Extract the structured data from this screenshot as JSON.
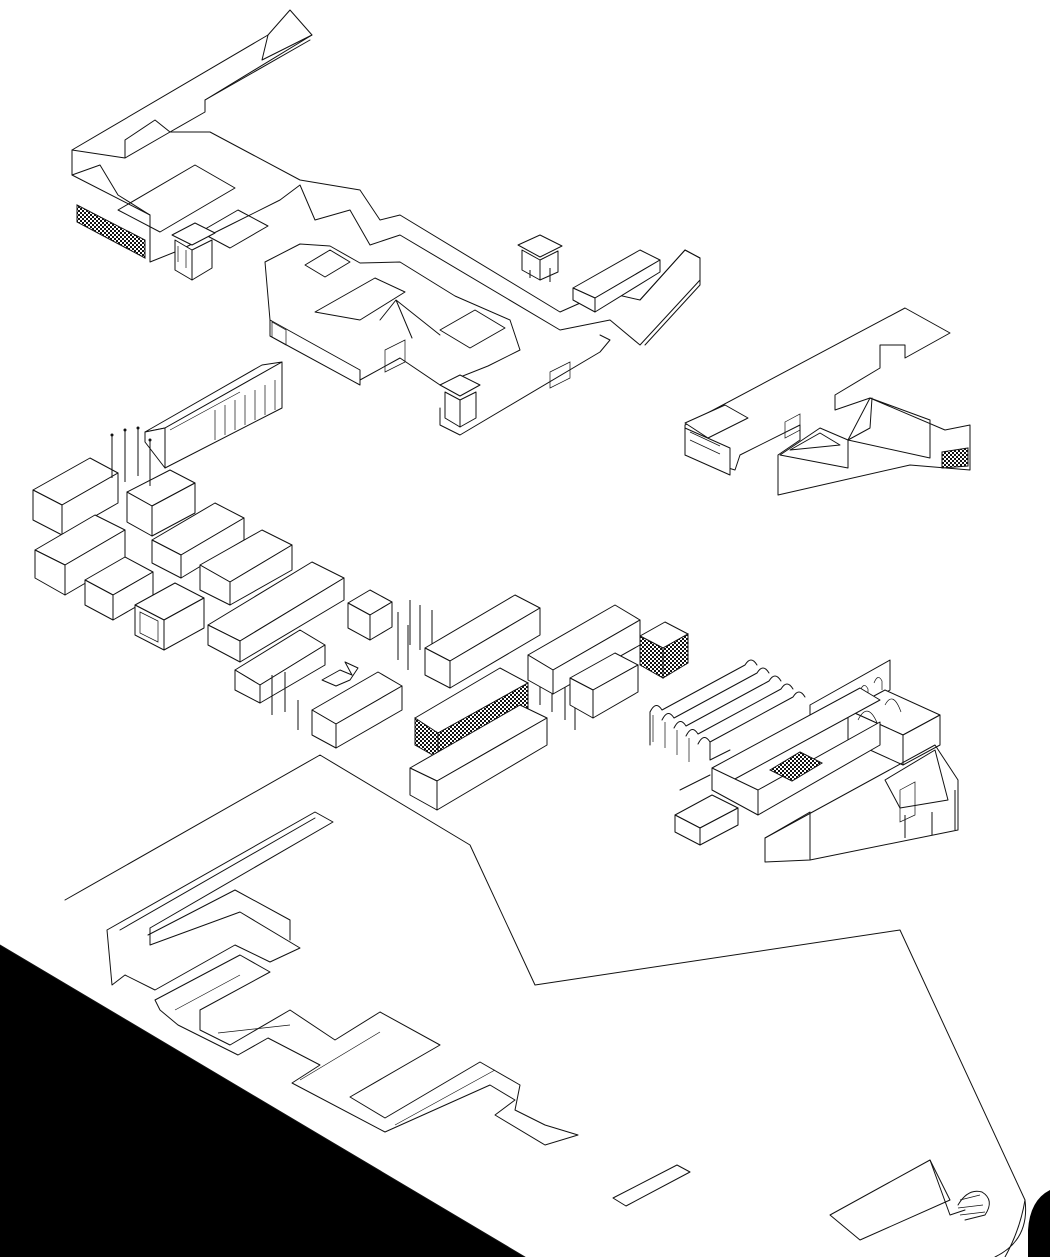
{
  "diagram": {
    "kind": "exploded-axonometric",
    "layers": [
      {
        "id": "roof-level"
      },
      {
        "id": "east-wing"
      },
      {
        "id": "pavilion-volumes"
      },
      {
        "id": "vaulted-hall"
      },
      {
        "id": "site-plinth"
      }
    ]
  },
  "colors": {
    "line": "#111111",
    "background": "#ffffff",
    "ground_shadow": "#000000",
    "screen_pattern": "#111111"
  }
}
